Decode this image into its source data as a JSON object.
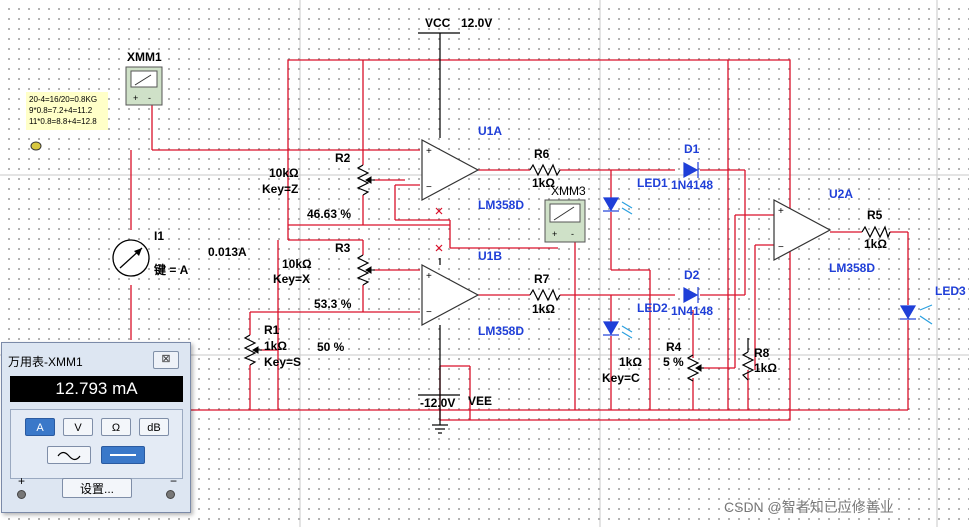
{
  "colors": {
    "wire_red": "#d9102a",
    "wire_black": "#000000",
    "component_blue": "#1f3fd8",
    "meter_bg": "#dde6f2"
  },
  "labels": {
    "vcc": "VCC",
    "vcc_value": "12.0V",
    "vee": "VEE",
    "vee_value": "-12.0V",
    "xmm1": "XMM1",
    "xmm3": "XMM3",
    "u1a": "U1A",
    "u1b": "U1B",
    "u2a": "U2A",
    "lm358_a": "LM358D",
    "lm358_b": "LM358D",
    "lm358_c": "LM358D",
    "r2_name": "R2",
    "r2_value": "10kΩ",
    "r2_key": "Key=Z",
    "r2_pct": "46.63 %",
    "r3_name": "R3",
    "r3_value": "10kΩ",
    "r3_key": "Key=X",
    "r3_pct": "53.3 %",
    "r1_name": "R1",
    "r1_value": "1kΩ",
    "r1_key": "Key=S",
    "r1_pct": "50 %",
    "r6_name": "R6",
    "r6_value": "1kΩ",
    "r7_name": "R7",
    "r7_value": "1kΩ",
    "r5_name": "R5",
    "r5_value": "1kΩ",
    "r4_name": "R4",
    "r4_value": "1kΩ",
    "r4_pct": "5 %",
    "r4_key": "Key=C",
    "r8_name": "R8",
    "r8_value": "1kΩ",
    "d1_name": "D1",
    "d1_part": "1N4148",
    "d2_name": "D2",
    "d2_part": "1N4148",
    "led1": "LED1",
    "led2": "LED2",
    "led3": "LED3",
    "i1_name": "I1",
    "i1_key": "键 = A",
    "i1_value": "0.013A"
  },
  "note": {
    "lines": [
      "20-4=16/20=0.8KG",
      "9*0.8=7.2+4=11.2",
      "11*0.8=8.8+4=12.8"
    ]
  },
  "multimeter": {
    "title": "万用表-XMM1",
    "close": "⊠",
    "reading": "12.793 mA",
    "mode_buttons": [
      "A",
      "V",
      "Ω",
      "dB"
    ],
    "active_mode": "A",
    "settings": "设置...",
    "plus": "+",
    "minus": "−"
  },
  "watermark": "CSDN @智者知已应修善业"
}
